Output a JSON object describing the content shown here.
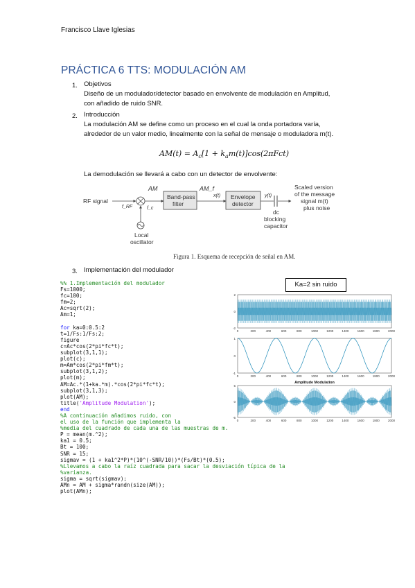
{
  "header": {
    "author": "Francisco Llave Iglesias"
  },
  "title": "PRÁCTICA 6 TTS: MODULACIÓN AM",
  "sections": [
    {
      "num": "1.",
      "heading": "Objetivos",
      "lines": [
        "Diseño de un modulador/detector basado en envolvente de modulación en Amplitud,",
        "con añadido de ruido SNR."
      ]
    },
    {
      "num": "2.",
      "heading": "Introducción",
      "lines": [
        "La modulación AM se define como un proceso en el cual la onda portadora varía,",
        "alrededor de un valor medio, linealmente con la señal de mensaje o moduladora m(t)."
      ]
    },
    {
      "num": "3.",
      "heading": "Implementación del modulador"
    }
  ],
  "formula": "AM(t) = A_c[1 + k_a m(t)]cos(2πFct)",
  "demod_text": "La demodulación se llevará a cabo con un detector de envolvente:",
  "figure": {
    "rf_signal": "RF signal",
    "f_rf": "f_RF",
    "am": "AM",
    "fc": "f_c",
    "local_osc_1": "Local",
    "local_osc_2": "oscillator",
    "bandpass_1": "Band-pass",
    "bandpass_2": "filter",
    "amf": "AM_f",
    "xt": "x(t)",
    "envelope_1": "Envelope",
    "envelope_2": "detector",
    "yt": "y(t)",
    "dc_1": "dc",
    "dc_2": "blocking",
    "dc_3": "capacitor",
    "scaled_1": "Scaled version",
    "scaled_2": "of the message",
    "scaled_3": "signal m(t)",
    "scaled_4": "plus noise",
    "caption": "Figura 1. Esquema de recepción de señal en AM."
  },
  "ka_label": "Ka=2 sin ruido",
  "plot_title": "Amplitude Modulation",
  "chart_data": [
    {
      "type": "line",
      "title": "",
      "x_ticks": [
        0,
        200,
        400,
        600,
        800,
        1000,
        1200,
        1400,
        1600,
        1800,
        2000
      ],
      "y_ticks": [
        2,
        0,
        -2
      ],
      "ylim": [
        -2,
        2
      ],
      "description": "carrier c(t)"
    },
    {
      "type": "line",
      "title": "",
      "x_ticks": [
        0,
        200,
        400,
        600,
        800,
        1000,
        1200,
        1400,
        1600,
        1800,
        2000
      ],
      "y_ticks": [
        1,
        0,
        -1
      ],
      "ylim": [
        -1,
        1
      ],
      "description": "message m(t)"
    },
    {
      "type": "line",
      "title": "Amplitude Modulation",
      "x_ticks": [
        0,
        200,
        400,
        600,
        800,
        1000,
        1200,
        1400,
        1600,
        1800,
        2000
      ],
      "y_ticks": [
        5,
        0,
        -5
      ],
      "ylim": [
        -5,
        5
      ],
      "description": "AM signal"
    }
  ],
  "code_lines": [
    [
      [
        "cm",
        "%% 1.Implementación del modulador"
      ]
    ],
    [
      [
        "",
        "Fs=1000;"
      ]
    ],
    [
      [
        "",
        "fc=100;"
      ]
    ],
    [
      [
        "",
        "fm=2;"
      ]
    ],
    [
      [
        "",
        "Ac=sqrt(2);"
      ]
    ],
    [
      [
        "",
        "Am=1;"
      ]
    ],
    [
      [
        "",
        ""
      ]
    ],
    [
      [
        "kw",
        "for"
      ],
      [
        "",
        " ka=0:0.5:2"
      ]
    ],
    [
      [
        "",
        "t=1/Fs:1/Fs:2;"
      ]
    ],
    [
      [
        "",
        "figure"
      ]
    ],
    [
      [
        "",
        "c=Ac*cos(2*pi*fc*t);"
      ]
    ],
    [
      [
        "",
        "subplot(3,1,1);"
      ]
    ],
    [
      [
        "",
        "plot(c);"
      ]
    ],
    [
      [
        "",
        "m=Am*cos(2*pi*fm*t);"
      ]
    ],
    [
      [
        "",
        "subplot(3,1,2);"
      ]
    ],
    [
      [
        "",
        "plot(m);"
      ]
    ],
    [
      [
        "",
        "AM=Ac.*(1+ka.*m).*cos(2*pi*fc*t);"
      ]
    ],
    [
      [
        "",
        "subplot(3,1,3);"
      ]
    ],
    [
      [
        "",
        "plot(AM);"
      ]
    ],
    [
      [
        "",
        "title("
      ],
      [
        "st",
        "'Amplitude Modulation'"
      ],
      [
        "",
        ");"
      ]
    ],
    [
      [
        "kw",
        "end"
      ]
    ],
    [
      [
        "cm",
        "%A continuación añadimos ruido, con"
      ]
    ],
    [
      [
        "cm",
        "el uso de la función que implementa la"
      ]
    ],
    [
      [
        "cm",
        "%media del cuadrado de cada una de las muestras de m."
      ]
    ],
    [
      [
        "",
        "P = mean(m.^2);"
      ]
    ],
    [
      [
        "",
        "ka1 = 0.5;"
      ]
    ],
    [
      [
        "",
        "Bt = 100;"
      ]
    ],
    [
      [
        "",
        "SNR = 15;"
      ]
    ],
    [
      [
        "",
        "sigmav = (1 + ka1^2*P)*(10^(-SNR/10))*(Fs/Bt)*(0.5);"
      ]
    ],
    [
      [
        "cm",
        "%Llevamos a cabo la raíz cuadrada para sacar la desviación típica de la"
      ]
    ],
    [
      [
        "cm",
        "%varianza."
      ]
    ],
    [
      [
        "",
        "sigma = sqrt(sigmav);"
      ]
    ],
    [
      [
        "",
        "AMn = AM + sigma*randn(size(AM));"
      ]
    ],
    [
      [
        "",
        "plot(AMn);"
      ]
    ]
  ]
}
